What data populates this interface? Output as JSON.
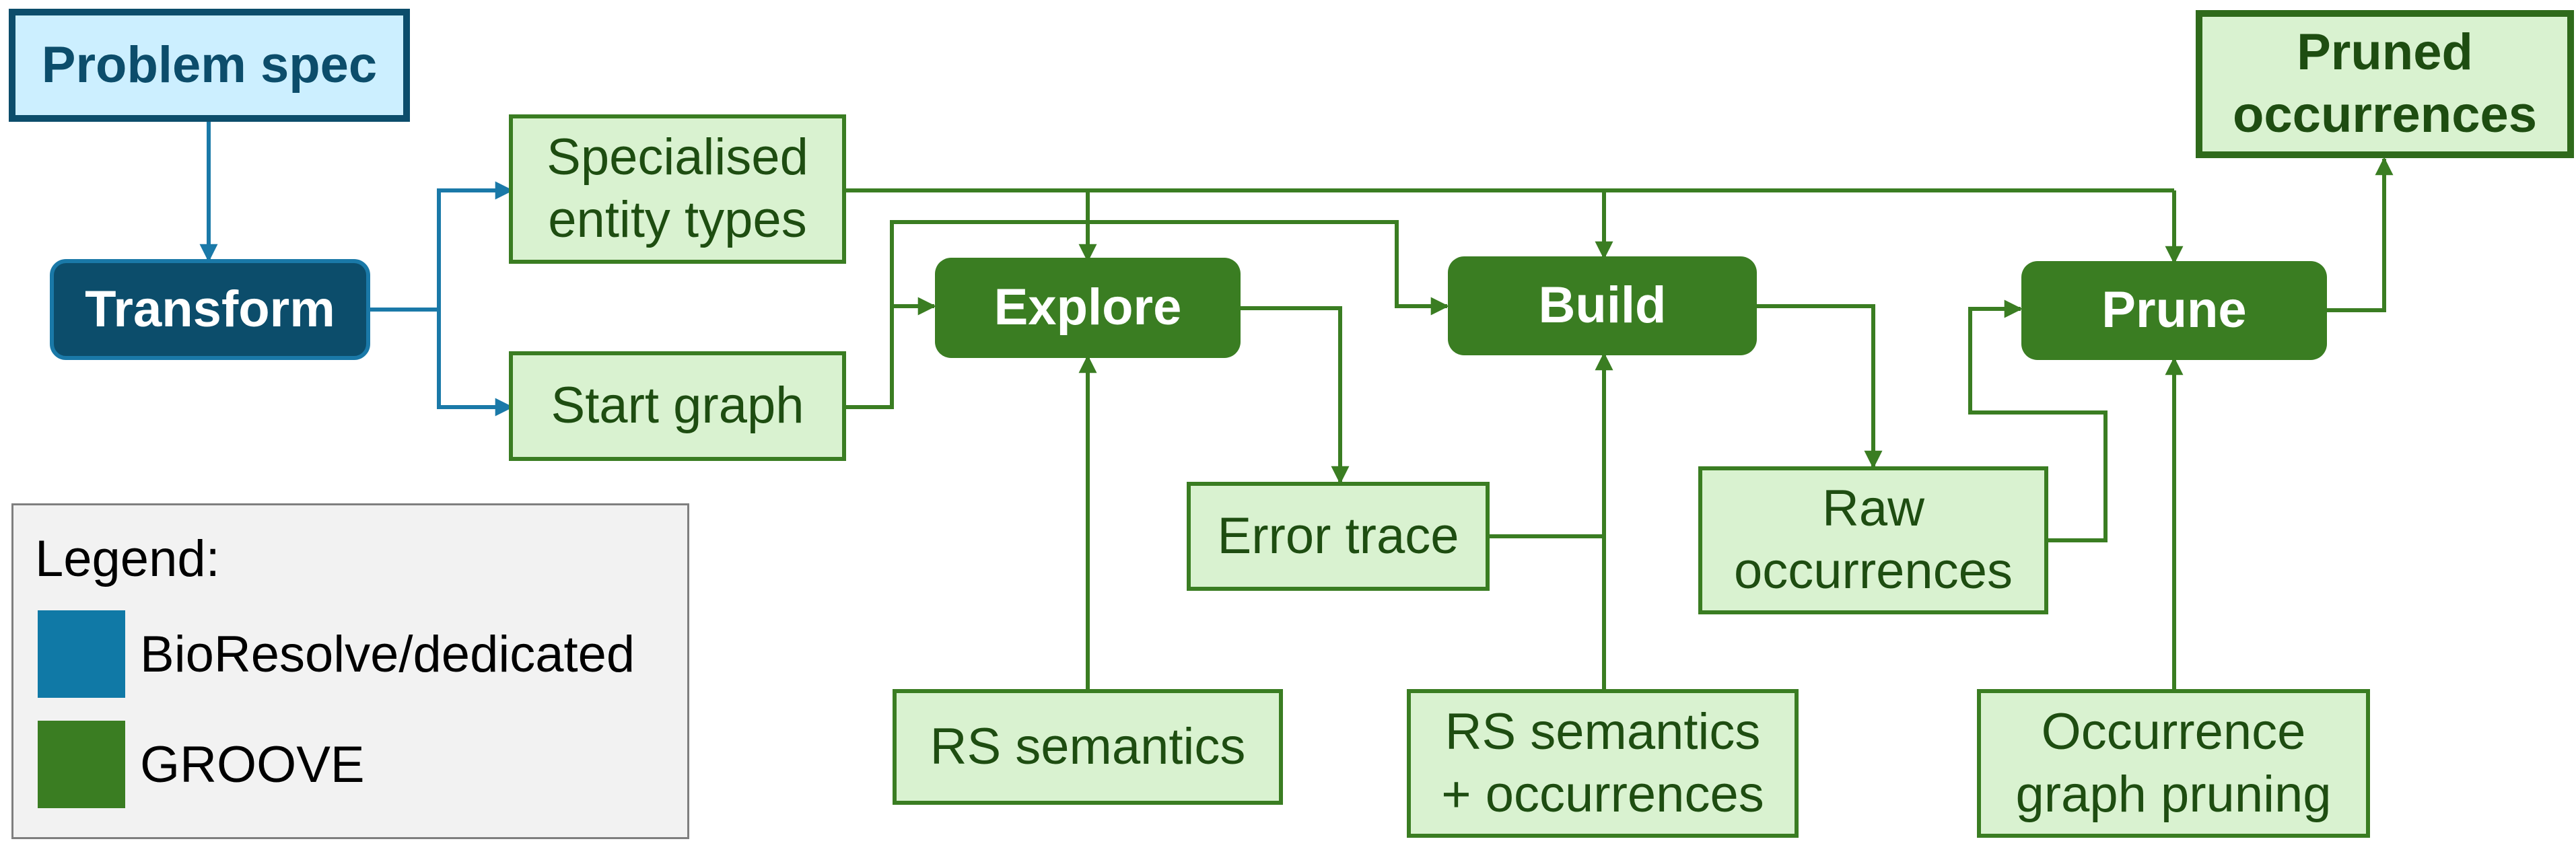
{
  "nodes": {
    "problem_spec": "Problem spec",
    "transform": "Transform",
    "specialised_entity_types": [
      "Specialised",
      "entity types"
    ],
    "start_graph": "Start graph",
    "explore": "Explore",
    "build": "Build",
    "prune": "Prune",
    "pruned_occurrences": [
      "Pruned",
      "occurrences"
    ],
    "error_trace": "Error trace",
    "raw_occurrences": [
      "Raw",
      "occurrences"
    ],
    "rs_semantics": "RS semantics",
    "rs_semantics_occurrences": [
      "RS semantics",
      "+ occurrences"
    ],
    "occurrence_graph_pruning": [
      "Occurrence",
      "graph pruning"
    ]
  },
  "legend": {
    "title": "Legend:",
    "items": [
      {
        "label": "BioResolve/dedicated",
        "color": "#1079a6"
      },
      {
        "label": "GROOVE",
        "color": "#3a7d22"
      }
    ]
  },
  "colors": {
    "green_process": "#3a7d22",
    "green_data_fill": "#d9f2d0",
    "green_line": "#3a7d22",
    "blue_process": "#0c4d6b",
    "blue_spec_fill": "#ccefff",
    "blue_line": "#1a79a8"
  }
}
